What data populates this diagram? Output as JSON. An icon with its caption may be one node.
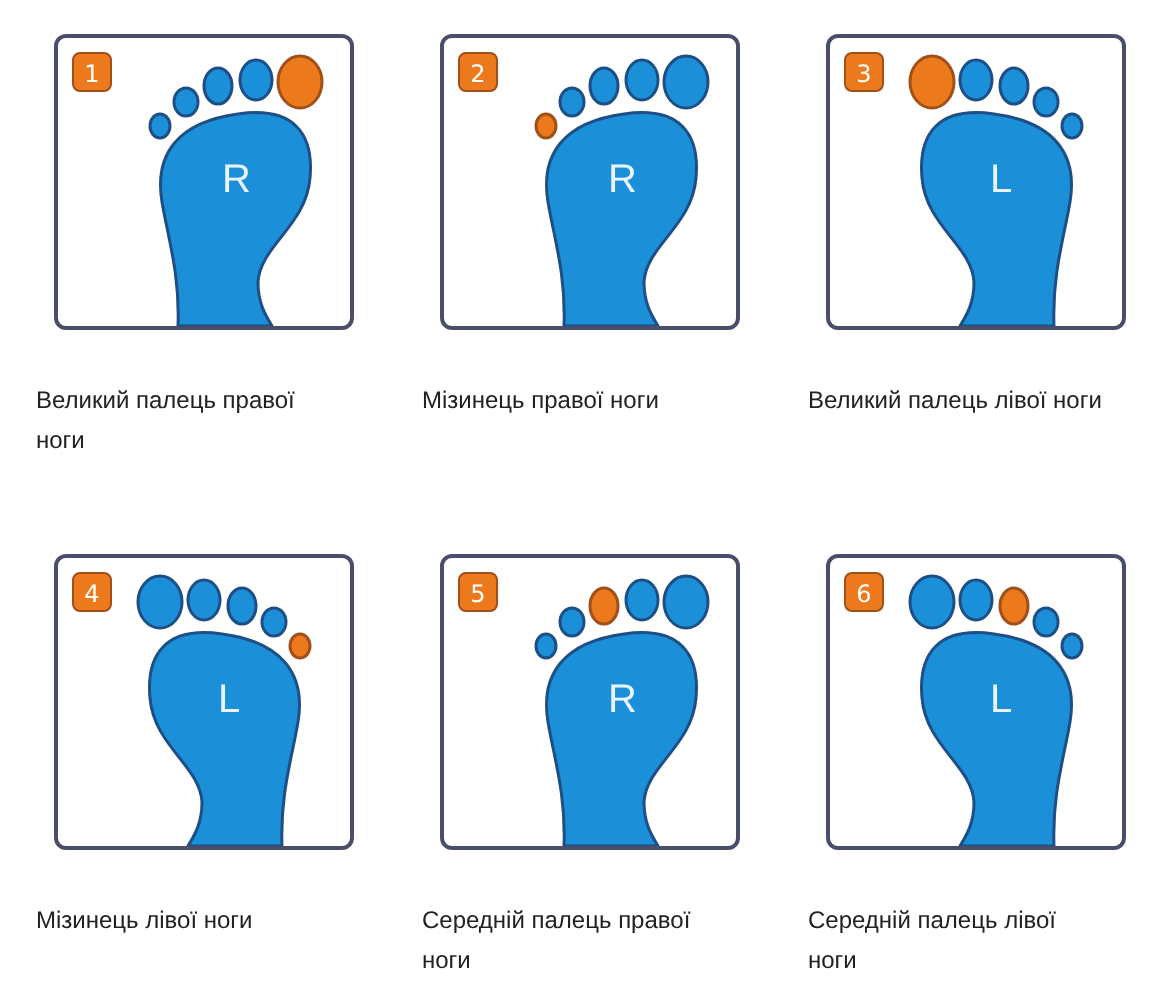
{
  "diagram": {
    "nodes": [
      {
        "text": [
          "1",
          "R"
        ],
        "beside": [
          "Великий палець правої ноги"
        ]
      },
      {
        "text": [
          "2",
          "R"
        ],
        "beside": [
          "Мізинець правої ноги"
        ]
      },
      {
        "text": [
          "3",
          "L"
        ],
        "beside": [
          "Великий палець лівої ноги"
        ]
      },
      {
        "text": [
          "4",
          "L"
        ],
        "beside": [
          "Мізинець лівої ноги"
        ]
      },
      {
        "text": [
          "5",
          "R"
        ],
        "beside": [
          "Середній палець правої ноги"
        ]
      },
      {
        "text": [
          "6",
          "L"
        ],
        "beside": [
          "Середній палець лівої ноги"
        ]
      }
    ]
  }
}
